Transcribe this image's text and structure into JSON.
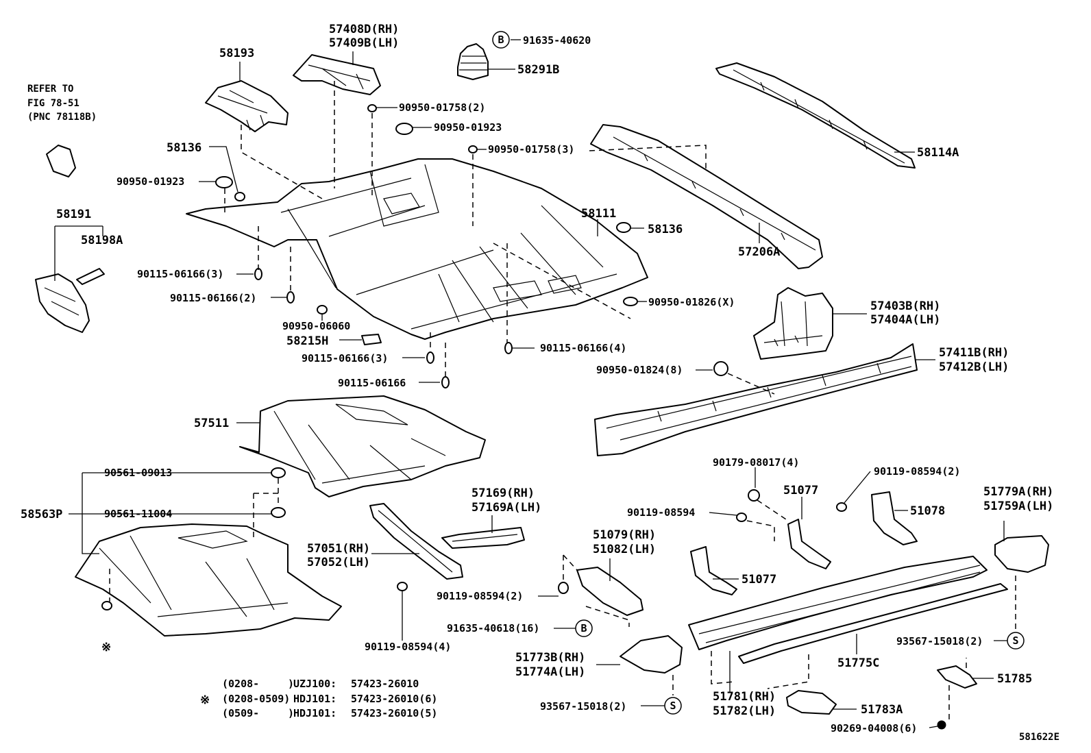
{
  "diagram_id": "581622E",
  "refer_note": [
    "REFER TO",
    "FIG 78-51",
    "(PNC 78118B)"
  ],
  "labels": {
    "p57408d": "57408D(RH)",
    "p57409b": "57409B(LH)",
    "p58193": "58193",
    "p91635_40620": "91635-40620",
    "p58291b": "58291B",
    "p90950_01758_2": "90950-01758(2)",
    "p90950_01923_top": "90950-01923",
    "p90950_01758_3": "90950-01758(3)",
    "p58114a": "58114A",
    "p58136_left": "58136",
    "p90950_01923_left": "90950-01923",
    "p58191": "58191",
    "p58198a": "58198A",
    "p58111": "58111",
    "p58136_right": "58136",
    "p57206a": "57206A",
    "p90115_06166_3a": "90115-06166(3)",
    "p90115_06166_2": "90115-06166(2)",
    "p90950_06060": "90950-06060",
    "p58215h": "58215H",
    "p90115_06166_3b": "90115-06166(3)",
    "p90115_06166": "90115-06166",
    "p90115_06166_4": "90115-06166(4)",
    "p90950_01826": "90950-01826(X)",
    "p57403b": "57403B(RH)",
    "p57404a": "57404A(LH)",
    "p57411b": "57411B(RH)",
    "p57412b": "57412B(LH)",
    "p90950_01824": "90950-01824(8)",
    "p57511": "57511",
    "p90561_09013": "90561-09013",
    "p58563p": "58563P",
    "p90561_11004": "90561-11004",
    "p57169_rh": "57169(RH)",
    "p57169a_lh": "57169A(LH)",
    "p57051": "57051(RH)",
    "p57052": "57052(LH)",
    "p90179_08017": "90179-08017(4)",
    "p51077_top": "51077",
    "p90119_08594_2_top": "90119-08594(2)",
    "p51078": "51078",
    "p51779a": "51779A(RH)",
    "p51759a": "51759A(LH)",
    "p90119_08594_mid": "90119-08594",
    "p51079": "51079(RH)",
    "p51082": "51082(LH)",
    "p51077_mid": "51077",
    "p90119_08594_2_low": "90119-08594(2)",
    "p91635_40618": "91635-40618(16)",
    "p90119_08594_4": "90119-08594(4)",
    "p51773b": "51773B(RH)",
    "p51774a": "51774A(LH)",
    "p93567_15018_left": "93567-15018(2)",
    "p93567_15018_right": "93567-15018(2)",
    "p51775c": "51775C",
    "p51781": "51781(RH)",
    "p51782": "51782(LH)",
    "p51783a": "51783A",
    "p51785": "51785",
    "p90269_04008": "90269-04008(6)"
  },
  "markers": {
    "b": "B",
    "s": "S",
    "note": "※"
  },
  "application_notes": [
    {
      "mark": "",
      "range": "(0208-",
      "close": ")",
      "model": "UZJ100:",
      "part": "57423-26010"
    },
    {
      "mark": "※",
      "range": "(0208-0509)",
      "close": "",
      "model": "HDJ101:",
      "part": "57423-26010(6)"
    },
    {
      "mark": "",
      "range": "(0509-",
      "close": ")",
      "model": "HDJ101:",
      "part": "57423-26010(5)"
    }
  ]
}
